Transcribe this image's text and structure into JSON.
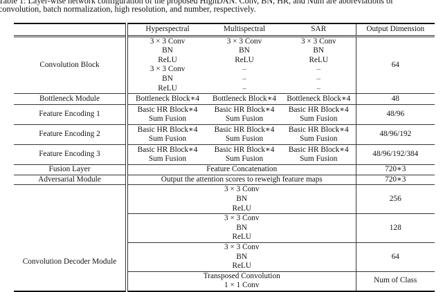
{
  "caption": {
    "line1": "Table 1: Layer-wise network configuration of the proposed HighDAN. Conv, BN, HR, and Num are abbreviations of",
    "line2": "convolution, batch normalization, high resolution, and number, respectively."
  },
  "headers": [
    "",
    "Hyperspectral",
    "Multispectral",
    "SAR",
    "Output Dimension"
  ],
  "rows": {
    "conv_block": {
      "name": "Convolution Block",
      "hyper": [
        "3 × 3 Conv",
        "BN",
        "ReLU",
        "3 × 3 Conv",
        "BN",
        "ReLU"
      ],
      "multi": [
        "3 × 3 Conv",
        "BN",
        "ReLU",
        "–",
        "–",
        "–"
      ],
      "sar": [
        "3 × 3 Conv",
        "BN",
        "ReLU",
        "–",
        "–",
        "–"
      ],
      "out": "64"
    },
    "bottleneck": {
      "name": "Bottleneck Module",
      "hyper": "Bottleneck Block∗4",
      "multi": "Bottleneck Block∗4",
      "sar": "Bottleneck Block∗4",
      "out": "48"
    },
    "fe1": {
      "name": "Feature Encoding 1",
      "cell": [
        "Basic HR Block∗4",
        "Sum Fusion"
      ],
      "out": "48/96"
    },
    "fe2": {
      "name": "Feature Encoding 2",
      "cell": [
        "Basic HR Block∗4",
        "Sum Fusion"
      ],
      "out": "48/96/192"
    },
    "fe3": {
      "name": "Feature Encoding 3",
      "cell": [
        "Basic HR Block∗4",
        "Sum Fusion"
      ],
      "out": "48/96/192/384"
    },
    "fusion": {
      "name": "Fusion Layer",
      "cell": "Feature Concatenation",
      "out": "720∗3"
    },
    "adversarial": {
      "name": "Adversarial Module",
      "cell": "Output the attention scores to reweigh feature maps",
      "out": "720∗3"
    },
    "decoder": {
      "name": "Convolution Decoder Module",
      "blocks": [
        {
          "lines": [
            "3 × 3 Conv",
            "BN",
            "ReLU"
          ],
          "out": "256"
        },
        {
          "lines": [
            "3 × 3 Conv",
            "BN",
            "ReLU"
          ],
          "out": "128"
        },
        {
          "lines": [
            "3 × 3 Conv",
            "BN",
            "ReLU"
          ],
          "out": "64"
        },
        {
          "lines": [
            "Transposed Convolution",
            "1 × 1 Conv"
          ],
          "out": "Num of Class"
        }
      ]
    }
  }
}
